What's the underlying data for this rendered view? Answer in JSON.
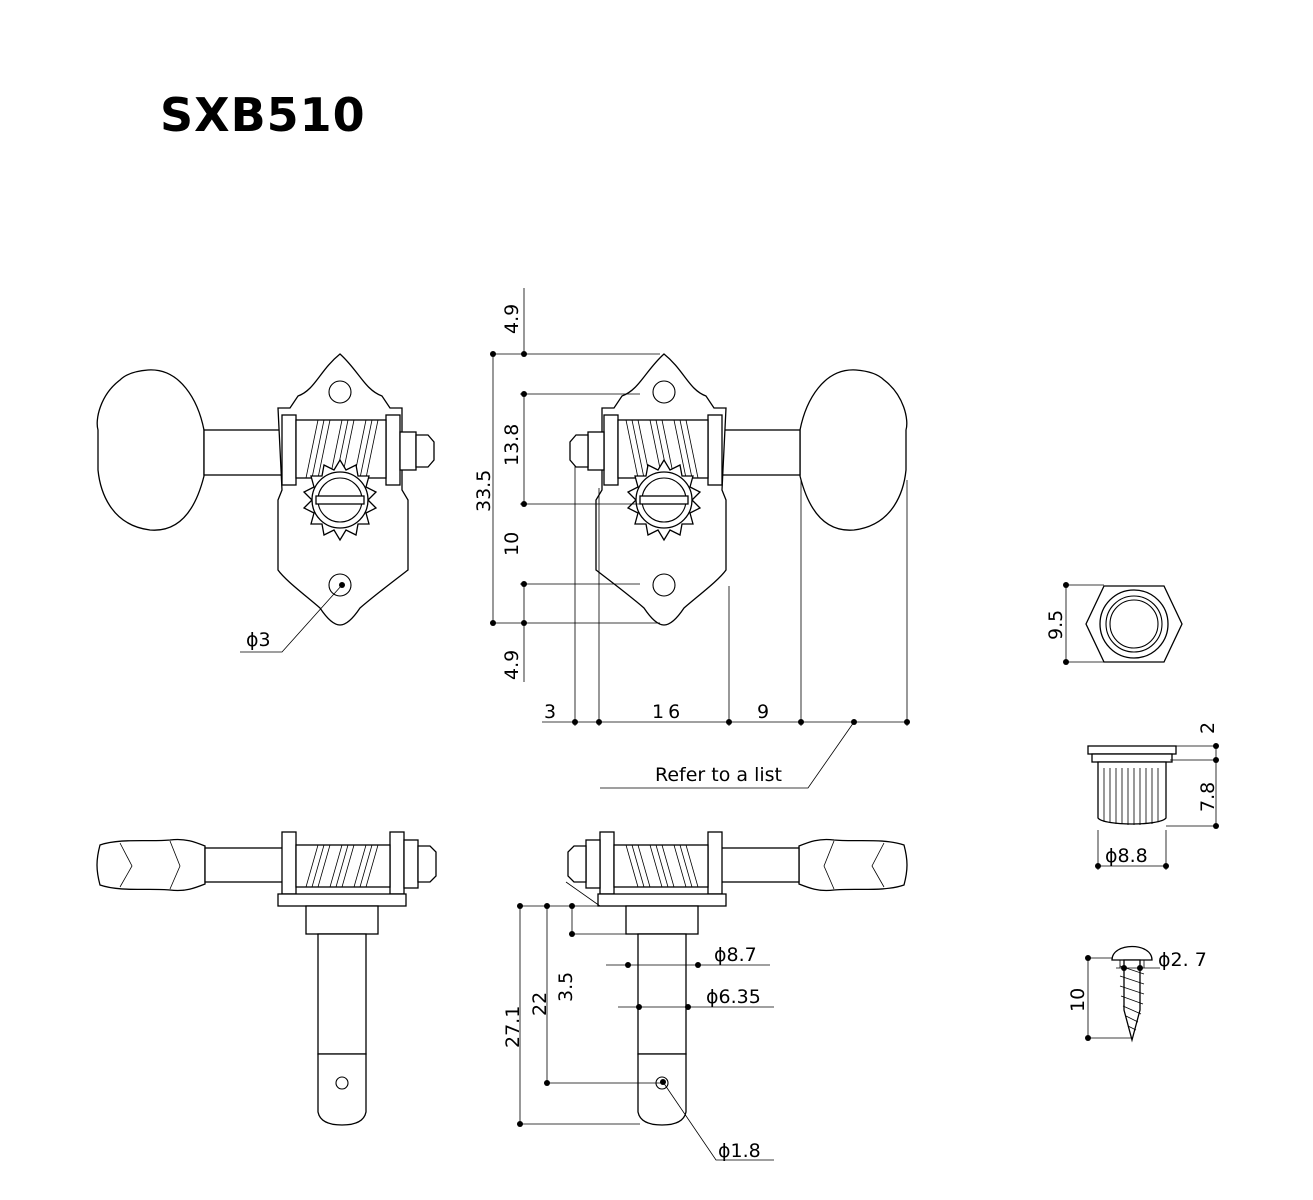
{
  "title": "SXB510",
  "callout": "Refer to a list",
  "front_view": {
    "height_total": "33.5",
    "top_margin": "4.9",
    "upper_span": "13.8",
    "lower_span": "10",
    "bottom_margin": "4.9",
    "offset_left": "3",
    "plate_width": "16",
    "shaft_length": "9",
    "mount_hole": "ϕ3"
  },
  "side_view": {
    "total_length": "27.1",
    "post_length": "22",
    "collar": "3.5",
    "collar_dia": "ϕ8.7",
    "post_dia": "ϕ6.35",
    "string_hole": "ϕ1.8"
  },
  "hex_nut": {
    "width": "9.5"
  },
  "bushing": {
    "flange": "2",
    "height": "7.8",
    "diameter": "ϕ8.8"
  },
  "screw": {
    "length": "10",
    "diameter": "ϕ2. 7"
  }
}
